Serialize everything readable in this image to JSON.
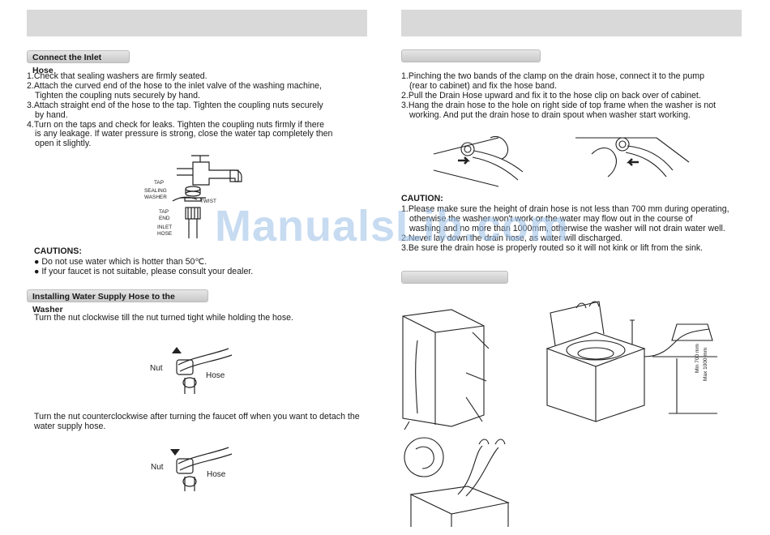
{
  "left": {
    "inlet_tab": "Connect the Inlet Hose",
    "inlet_steps": [
      "1.Check that sealing washers are firmly seated.",
      "2.Attach the curved end of the hose to the inlet valve of the washing machine,",
      "Tighten the coupling nuts securely by hand.",
      "3.Attach straight end of the hose to the tap. Tighten the coupling nuts securely",
      "by hand.",
      "4.Turn on the taps and check for leaks. Tighten the coupling nuts firmly if there",
      "is any leakage. If water pressure is strong, close the water tap completely then",
      "open it slightly."
    ],
    "faucet_labels": {
      "tap": "TAP",
      "sealing": "SEALING",
      "washer": "WASHER",
      "twist": "TWIST",
      "tap2": "TAP",
      "end": "END",
      "inlet": "INLET",
      "hose": "HOSE"
    },
    "cautions_title": "CAUTIONS:",
    "cautions": [
      "● Do not use water which is hotter than 50℃.",
      "● If your faucet is not suitable, please consult your dealer."
    ],
    "supply_tab": "Installing Water Supply Hose to the Washer",
    "tighten_text": "Turn the nut clockwise till the nut turned tight while holding the hose.",
    "detach_text_1": "Turn the nut counterclockwise after turning the faucet off when you want to detach the",
    "detach_text_2": "water supply hose.",
    "nut_label": "Nut",
    "hose_label": "Hose"
  },
  "right": {
    "drain_steps": [
      "1.Pinching the two bands of the clamp on the  drain hose, connect  it to the pump",
      "(rear to  cabinet) and fix the hose band.",
      "2.Pull the Drain Hose upward and fix it to the hose clip on back over of cabinet.",
      "3.Hang the drain hose to the hole on right side of top frame when the washer is not",
      "working. And put the drain hose to drain spout when washer start working."
    ],
    "caution_title": "CAUTION:",
    "caution_lines": [
      "1.Please make sure the height of drain hose is not less than 700 mm during operating,",
      "otherwise the washer won't work or the water may flow out in the course of",
      "washing and no more than 1000mm, otherwise the washer will not drain water well.",
      "2.Never lay down the drain hose, as water will discharged.",
      "3.Be sure the drain hose is properly routed so it will not kink or lift from the sink."
    ],
    "min_label": "Min 700 mm",
    "max_label": "Max 1000 mm"
  },
  "watermark": "ManualsLib.com"
}
